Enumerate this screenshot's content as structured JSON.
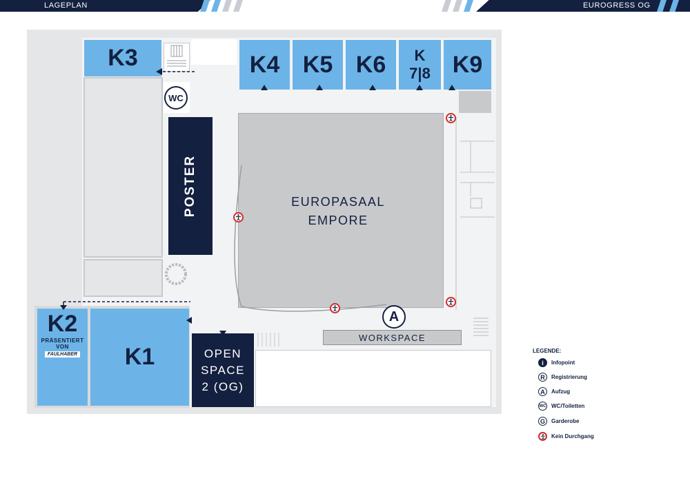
{
  "header": {
    "left_title": "LAGEPLAN",
    "right_title": "EUROGRESS OG"
  },
  "rooms": {
    "k3": "K3",
    "k4": "K4",
    "k5": "K5",
    "k6": "K6",
    "k78_top": "K",
    "k78_bottom": "7|8",
    "k9": "K9",
    "k2": "K2",
    "k2_sub1": "PRÄSENTIERT",
    "k2_sub2": "VON",
    "k2_sponsor": "FAULHABER",
    "k1": "K1",
    "open_space_1": "OPEN",
    "open_space_2": "SPACE",
    "open_space_3": "2 (OG)",
    "poster": "POSTER",
    "main_hall_1": "EUROPASAAL",
    "main_hall_2": "EMPORE",
    "workspace": "WORKSPACE",
    "wc": "WC",
    "elevator": "A"
  },
  "legend": {
    "title": "LEGENDE:",
    "items": [
      {
        "icon": "i",
        "label": "Infopoint"
      },
      {
        "icon": "R",
        "label": "Registrierung"
      },
      {
        "icon": "A",
        "label": "Aufzug"
      },
      {
        "icon": "WC",
        "label": "WC/Toiletten"
      },
      {
        "icon": "G",
        "label": "Garderobe"
      },
      {
        "icon": "",
        "label": "Kein Durchgang"
      }
    ]
  },
  "colors": {
    "navy": "#13203f",
    "room_blue": "#6cb4e8",
    "hall_gray": "#c8c9cb",
    "no_pass_red": "#d62828"
  }
}
